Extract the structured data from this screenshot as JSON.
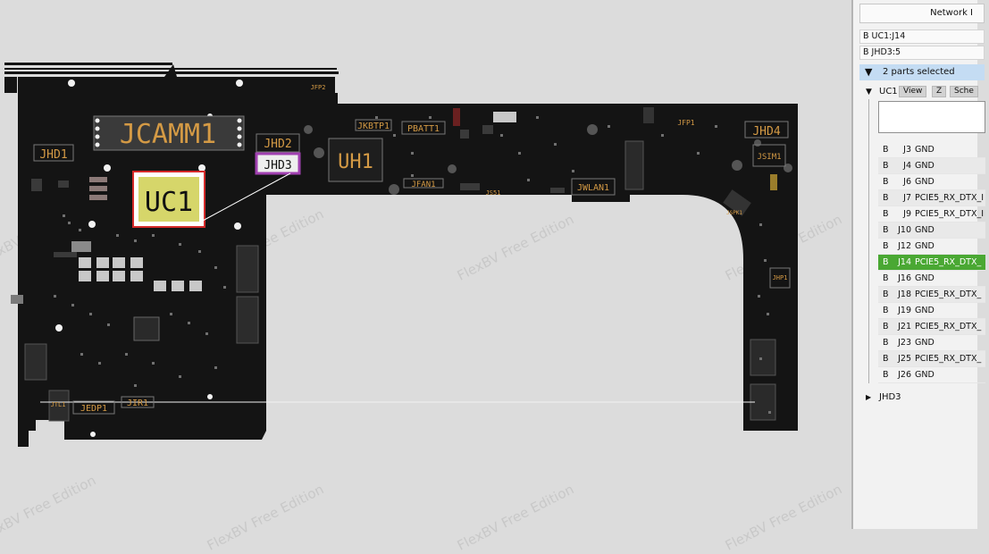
{
  "board": {
    "labels": {
      "jcamm1": "JCAMM1",
      "uc1": "UC1",
      "uh1": "UH1",
      "jhd1": "JHD1",
      "jhd2": "JHD2",
      "jhd3": "JHD3",
      "jhd4": "JHD4",
      "jkbtp1": "JKBTP1",
      "pbatt1": "PBATT1",
      "jwlan1": "JWLAN1",
      "jfan1": "JFAN1",
      "jsim1": "JSIM1",
      "jedp1": "JEDP1",
      "jir1": "JIR1",
      "jfp1": "JFP1",
      "jfp2": "JFP2",
      "jhp1": "JHP1",
      "jtl1": "JTL1",
      "js51": "JS51",
      "jspk1": "JSPK1"
    },
    "colors": {
      "board": "#141414",
      "label": "#d49a45",
      "uc1_fill": "#d6d66a",
      "uc1_border": "#d42a2a",
      "jhd3_fill": "#eeeeee",
      "jhd3_border": "#a040b0"
    }
  },
  "watermark": {
    "text": "FlexBV Free Edition"
  },
  "panel": {
    "network_button": "Network I",
    "selections": [
      "B UC1:J14",
      "B JHD3:5"
    ],
    "parts_selected": "2 parts selected",
    "uc1": {
      "name": "UC1",
      "view_button": "View",
      "z_button": "Z",
      "sch_button": "Sche"
    },
    "pins": [
      {
        "side": "B",
        "pin": "J3",
        "net": "GND"
      },
      {
        "side": "B",
        "pin": "J4",
        "net": "GND"
      },
      {
        "side": "B",
        "pin": "J6",
        "net": "GND"
      },
      {
        "side": "B",
        "pin": "J7",
        "net": "PCIE5_RX_DTX_I"
      },
      {
        "side": "B",
        "pin": "J9",
        "net": "PCIE5_RX_DTX_I"
      },
      {
        "side": "B",
        "pin": "J10",
        "net": "GND"
      },
      {
        "side": "B",
        "pin": "J12",
        "net": "GND"
      },
      {
        "side": "B",
        "pin": "J14",
        "net": "PCIE5_RX_DTX_"
      },
      {
        "side": "B",
        "pin": "J16",
        "net": "GND"
      },
      {
        "side": "B",
        "pin": "J18",
        "net": "PCIE5_RX_DTX_"
      },
      {
        "side": "B",
        "pin": "J19",
        "net": "GND"
      },
      {
        "side": "B",
        "pin": "J21",
        "net": "PCIE5_RX_DTX_"
      },
      {
        "side": "B",
        "pin": "J23",
        "net": "GND"
      },
      {
        "side": "B",
        "pin": "J25",
        "net": "PCIE5_RX_DTX_"
      },
      {
        "side": "B",
        "pin": "J26",
        "net": "GND"
      }
    ],
    "selected_pin": "J14",
    "jhd3": {
      "name": "JHD3"
    },
    "colors": {
      "selected_row": "#4aa833",
      "parts_header": "#c4dcf3"
    }
  }
}
